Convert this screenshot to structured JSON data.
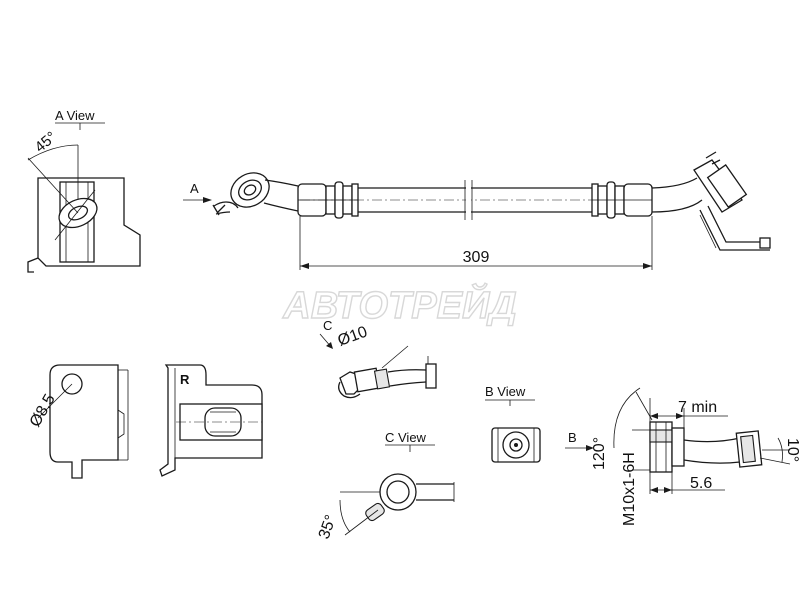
{
  "watermark": "АВТОТРЕЙД",
  "views": {
    "a_view_title": "A View",
    "b_view_title": "B View",
    "c_view_title": "C View",
    "view_marker_a": "A",
    "view_marker_b": "B",
    "view_marker_c": "C",
    "bracket_side_mark": "R"
  },
  "dimensions": {
    "length": "309",
    "a_view_angle": "45°",
    "bracket_hole_diameter": "Ø8.5",
    "fitting_diameter": "Ø10",
    "c_view_angle": "35°",
    "flare_angle": "120°",
    "thread_spec": "M10x1-6H",
    "min_length": "7 min",
    "thread_depth": "5.6",
    "bend_angle": "10°"
  }
}
